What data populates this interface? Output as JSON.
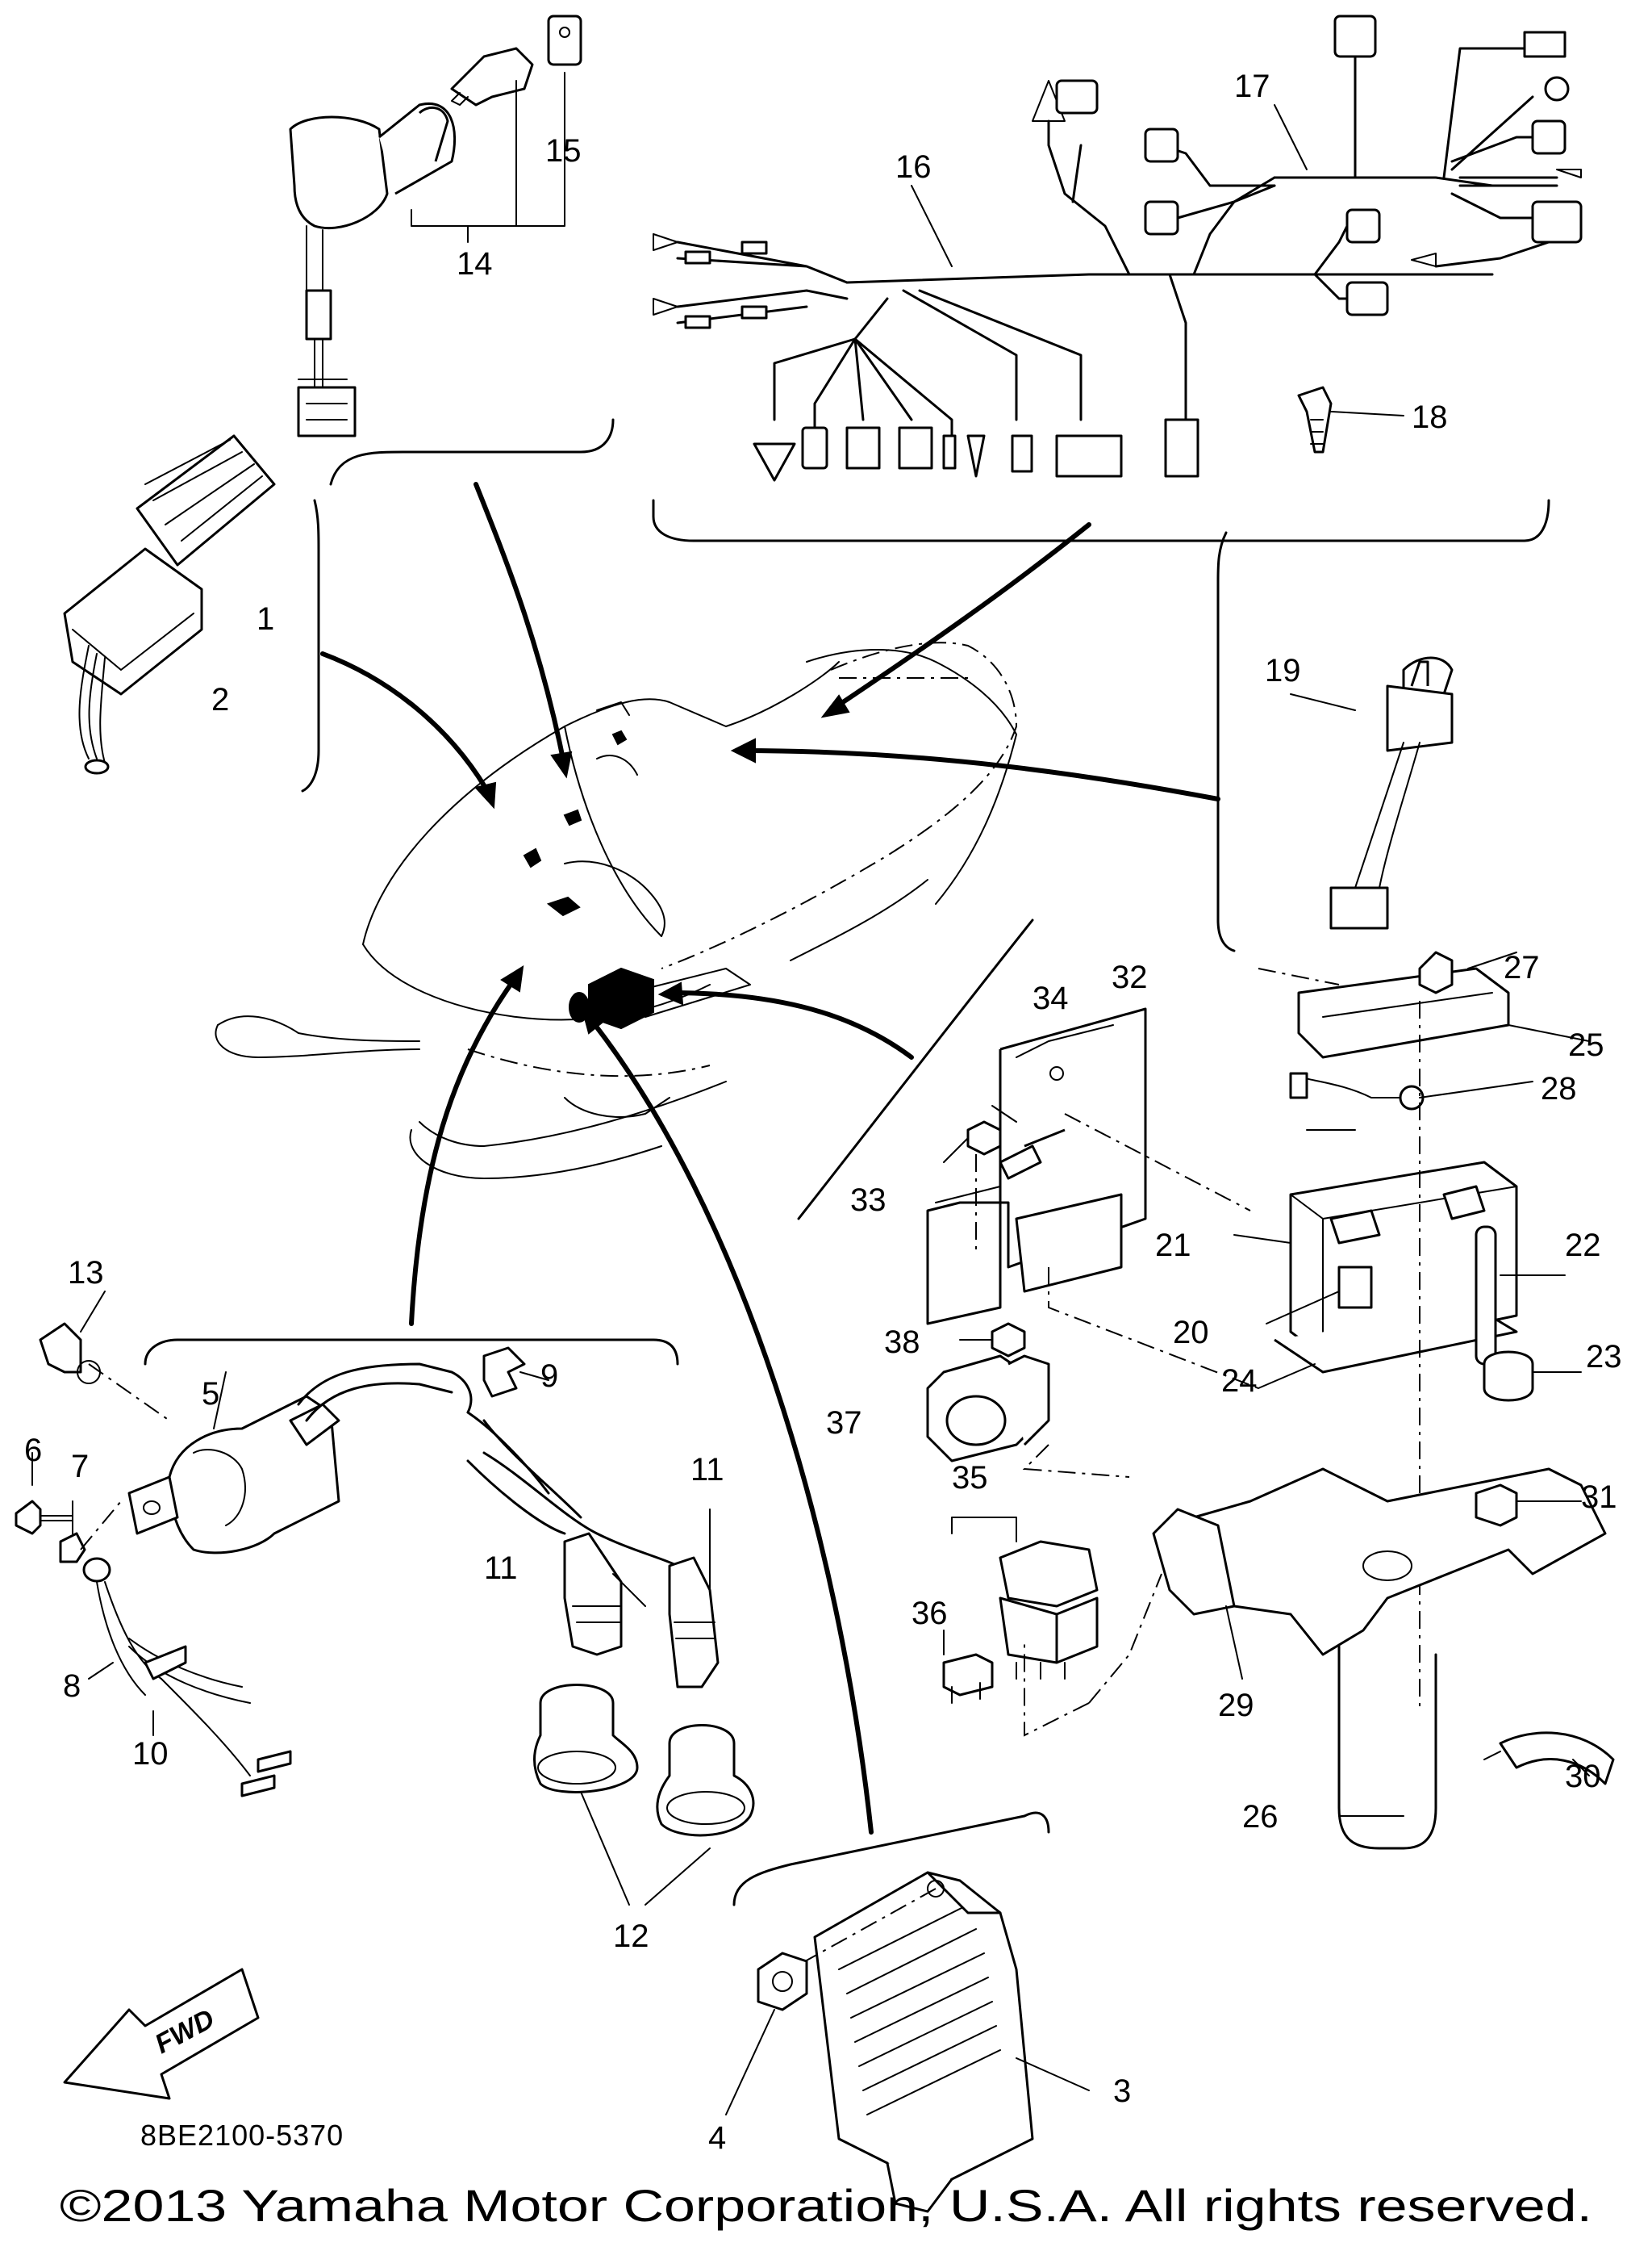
{
  "diagram": {
    "callouts": [
      {
        "id": "1",
        "label": "1"
      },
      {
        "id": "2",
        "label": "2"
      },
      {
        "id": "3",
        "label": "3"
      },
      {
        "id": "4",
        "label": "4"
      },
      {
        "id": "5",
        "label": "5"
      },
      {
        "id": "6",
        "label": "6"
      },
      {
        "id": "7",
        "label": "7"
      },
      {
        "id": "8",
        "label": "8"
      },
      {
        "id": "9",
        "label": "9"
      },
      {
        "id": "10",
        "label": "10"
      },
      {
        "id": "11a",
        "label": "11"
      },
      {
        "id": "11b",
        "label": "11"
      },
      {
        "id": "12",
        "label": "12"
      },
      {
        "id": "13",
        "label": "13"
      },
      {
        "id": "14",
        "label": "14"
      },
      {
        "id": "15",
        "label": "15"
      },
      {
        "id": "16",
        "label": "16"
      },
      {
        "id": "17",
        "label": "17"
      },
      {
        "id": "18",
        "label": "18"
      },
      {
        "id": "19",
        "label": "19"
      },
      {
        "id": "20",
        "label": "20"
      },
      {
        "id": "21",
        "label": "21"
      },
      {
        "id": "22",
        "label": "22"
      },
      {
        "id": "23",
        "label": "23"
      },
      {
        "id": "24",
        "label": "24"
      },
      {
        "id": "25",
        "label": "25"
      },
      {
        "id": "26",
        "label": "26"
      },
      {
        "id": "27",
        "label": "27"
      },
      {
        "id": "28",
        "label": "28"
      },
      {
        "id": "29",
        "label": "29"
      },
      {
        "id": "30",
        "label": "30"
      },
      {
        "id": "31",
        "label": "31"
      },
      {
        "id": "32",
        "label": "32"
      },
      {
        "id": "33",
        "label": "33"
      },
      {
        "id": "34",
        "label": "34"
      },
      {
        "id": "35",
        "label": "35"
      },
      {
        "id": "36",
        "label": "36"
      },
      {
        "id": "37",
        "label": "37"
      },
      {
        "id": "38",
        "label": "38"
      }
    ],
    "direction_badge": "FWD",
    "drawing_number": "8BE2100-5370",
    "copyright": "©2013 Yamaha Motor Corporation, U.S.A. All rights reserved."
  }
}
